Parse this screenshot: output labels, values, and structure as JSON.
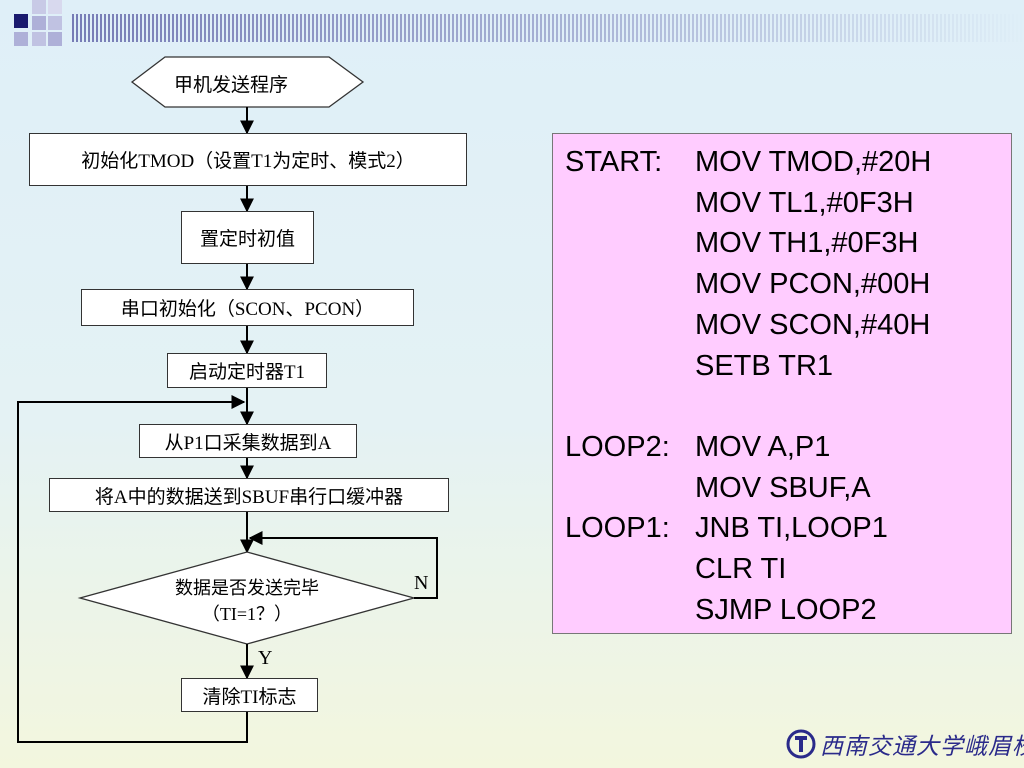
{
  "flowchart": {
    "start": "甲机发送程序",
    "step_init_tmod": "初始化TMOD（设置T1为定时、模式2）",
    "step_set_timer": "置定时初值",
    "step_serial_init": "串口初始化（SCON、PCON）",
    "step_start_timer": "启动定时器T1",
    "step_collect": "从P1口采集数据到A",
    "step_send_sbuf": "将A中的数据送到SBUF串行口缓冲器",
    "decision_line1": "数据是否发送完毕",
    "decision_line2": "（TI=1？）",
    "branch_no": "N",
    "branch_yes": "Y",
    "step_clear_ti": "清除TI标志"
  },
  "code": {
    "lines": [
      {
        "label": "START:",
        "instruction": "MOV TMOD,#20H"
      },
      {
        "label": "",
        "instruction": "MOV TL1,#0F3H"
      },
      {
        "label": "",
        "instruction": "MOV TH1,#0F3H"
      },
      {
        "label": "",
        "instruction": "MOV PCON,#00H"
      },
      {
        "label": "",
        "instruction": "MOV SCON,#40H"
      },
      {
        "label": "",
        "instruction": "SETB TR1"
      },
      {
        "label": "",
        "instruction": ""
      },
      {
        "label": "LOOP2:",
        "instruction": "MOV A,P1"
      },
      {
        "label": "",
        "instruction": "MOV SBUF,A"
      },
      {
        "label": "LOOP1:",
        "instruction": "JNB TI,LOOP1"
      },
      {
        "label": "",
        "instruction": "CLR TI"
      },
      {
        "label": "",
        "instruction": "SJMP LOOP2"
      }
    ]
  },
  "footer": {
    "logo_text": "西南交通大学峨眉校区",
    "logo_icon": "university-emblem-icon"
  },
  "colors": {
    "code_background": "#ffccff",
    "decoration_navy": "#1a1a6e",
    "decoration_lavender": "#aeb0d8"
  }
}
